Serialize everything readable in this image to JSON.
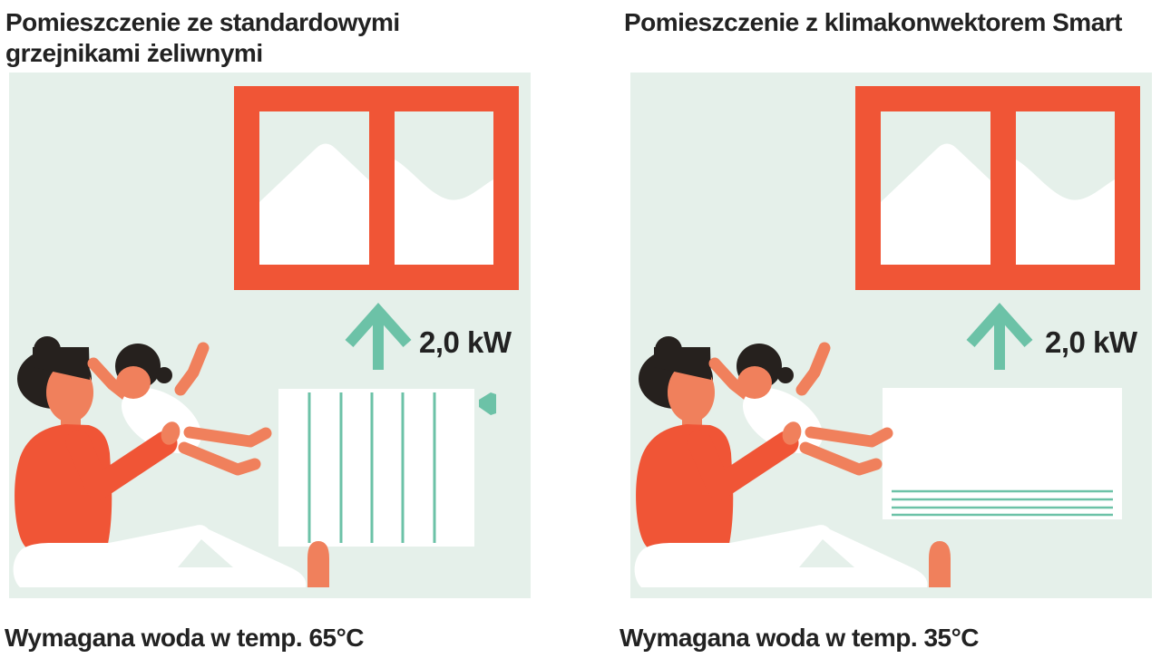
{
  "colors": {
    "background": "#ffffff",
    "panel_mint": "#e5f0ea",
    "accent_orange": "#f05536",
    "skin_orange": "#f0805c",
    "teal": "#6cc2a7",
    "hair_dark": "#26211e",
    "text_dark": "#222222"
  },
  "panels": [
    {
      "title": "Pomieszczenie ze standardowymi grzejnikami żeliwnymi",
      "heater_type": "radiator",
      "power_label": "2,0 kW",
      "caption": "Wymagana woda w temp. 65°C"
    },
    {
      "title": "Pomieszczenie z klimakonwektorem Smart",
      "heater_type": "fancoil",
      "power_label": "2,0 kW",
      "caption": "Wymagana woda w temp. 35°C"
    }
  ]
}
